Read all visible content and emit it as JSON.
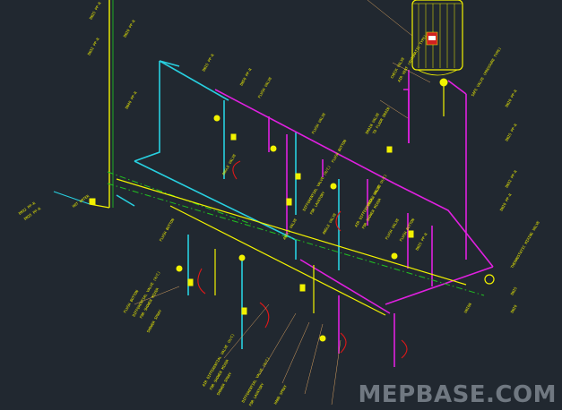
{
  "watermark": "MEPBASE.COM",
  "colors": {
    "background": "#212830",
    "hot_water_pipe": "#e020e0",
    "cold_water_pipe": "#28d0e0",
    "main_supply_pipe": "#f2f200",
    "green_riser": "#20d020",
    "centerline": "#20c020",
    "valve": "#f2f200",
    "flexible_hose": "#e01818",
    "leader": "#d8a060",
    "tank": "#f2f200",
    "tank_badge": "#d02020"
  },
  "labels": {
    "tank_connection": [
      "CHECK VALVE",
      "AIR VENT (AUTOMATIC TYPE)"
    ],
    "relief": [
      "SAFE VALVE (PRESSURE TYPE)"
    ],
    "drain": [
      "DRAIN VALVE",
      "TO FLOOR DRAIN"
    ],
    "pipe_sizes": [
      "DN25 PP-R",
      "DN20 PP-R",
      "DN32 PP-R",
      "DN40 PP-R",
      "DN15 PP-R",
      "DN50 PP-R",
      "DN25 PP-R",
      "DN20 PP-R"
    ],
    "fixtures": [
      "FLUSH VALVE",
      "FLUSH VALVE",
      "FLUSH BUTTON",
      "FLUSH BUTTON",
      "FLUSH BUTTON",
      "ANGLE VALVE",
      "ANGLE VALVE",
      "ANGLE VALVE"
    ],
    "lower_left": [
      "FLUSH BUTTON",
      "DIFFERENTIAL VALVE (H/C)",
      "FOR SHOWER MIXER",
      "SHOWER SPRAY"
    ],
    "lower_center": [
      "AIR DIFFERENTIAL VALVE (H/C)",
      "FOR SHOWER MIXER",
      "SHOWER SPRAY",
      "DIFFERENTIAL VALVE (H/C)",
      "FOR LAVATORY",
      "HAND SPRAY"
    ],
    "right_side": [
      "DN32 PP-R",
      "DN25 PP-R",
      "DN20 PP-R",
      "THERMOSTATIC MIXING VALVE",
      "DN25",
      "DN20",
      "UNION"
    ],
    "center": [
      "AIR DIFFERENTIAL VALVE (H/C)",
      "FOR SHOWER MIXER",
      "DIFFERENTIAL VALVE (H/C)",
      "FOR LAVATORY",
      "ANGLE VALVE",
      "FLUSH VALVE"
    ],
    "left_edge": [
      "DN32 PP-R",
      "DN25 PP-R",
      "HOT WATER"
    ]
  }
}
